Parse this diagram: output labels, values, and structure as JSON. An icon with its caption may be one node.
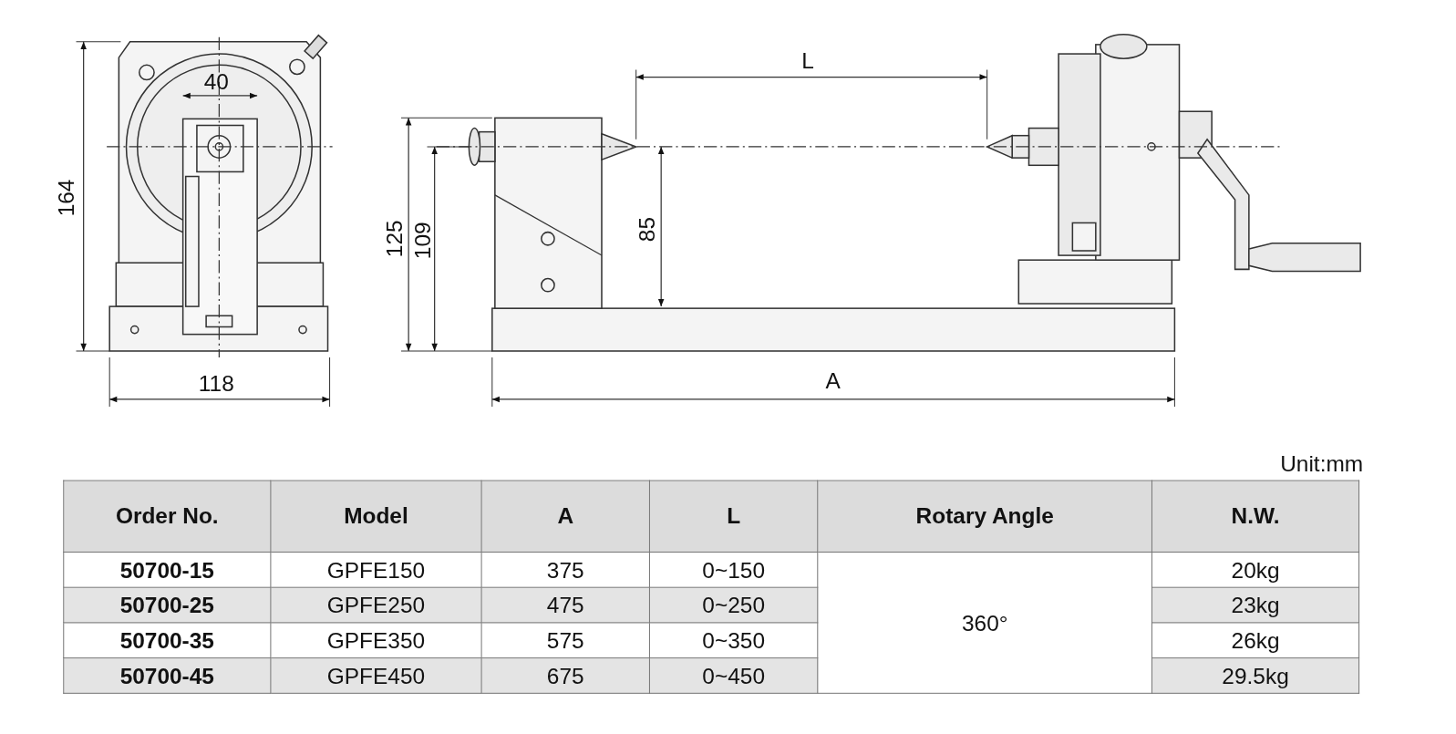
{
  "diagram": {
    "labels": [
      "L",
      "40",
      "164",
      "125",
      "109",
      "85",
      "118",
      "A",
      "Unit:mm",
      "Order No.",
      "Model",
      "A",
      "L",
      "Rotary Angle",
      "N.W.",
      "50700-15",
      "GPFE150",
      "375",
      "0~150",
      "360°",
      "20kg",
      "50700-25",
      "GPFE250",
      "475",
      "0~250",
      "23kg",
      "50700-35",
      "GPFE350",
      "575",
      "0~350",
      "26kg",
      "50700-45",
      "GPFE450",
      "675",
      "0~450",
      "29.5kg"
    ]
  }
}
